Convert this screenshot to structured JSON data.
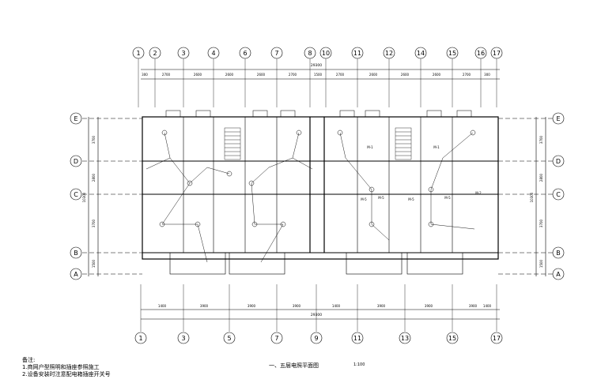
{
  "drawing": {
    "top_axes": [
      "1",
      "2",
      "3",
      "4",
      "6",
      "7",
      "8",
      "10",
      "11",
      "12",
      "14",
      "15",
      "16",
      "17"
    ],
    "bottom_axes": [
      "1",
      "3",
      "5",
      "7",
      "9",
      "11",
      "13",
      "15",
      "17"
    ],
    "row_axes": [
      "E",
      "D",
      "C",
      "B",
      "A"
    ],
    "total_dim_top": "29300",
    "total_dim_bottom": "29300",
    "top_dims": [
      "300",
      "2700",
      "2600",
      "2600",
      "2600",
      "2700",
      "1500",
      "2700",
      "2600",
      "2600",
      "2600",
      "2700",
      "300"
    ],
    "bottom_dims": [
      "1400",
      "3900",
      "3900",
      "3900",
      "1400",
      "3900",
      "3900",
      "3900",
      "1400"
    ],
    "left_dims": [
      "3700",
      "2800",
      "3700",
      "1500"
    ],
    "right_dims": [
      "3700",
      "2800",
      "3700",
      "1500"
    ],
    "left_total": "10300",
    "right_total": "10300",
    "panel_labels": [
      "M-1",
      "M-1",
      "M-5",
      "M-5",
      "M-5",
      "M-5",
      "M-2"
    ]
  },
  "notes": {
    "heading": "备注:",
    "line1": "1.商网户型照明和插座参照施工",
    "line2": "2.设备安装时注意配电箱插座开关号"
  },
  "title": "一、五层电照平面图",
  "scale": "1:100"
}
